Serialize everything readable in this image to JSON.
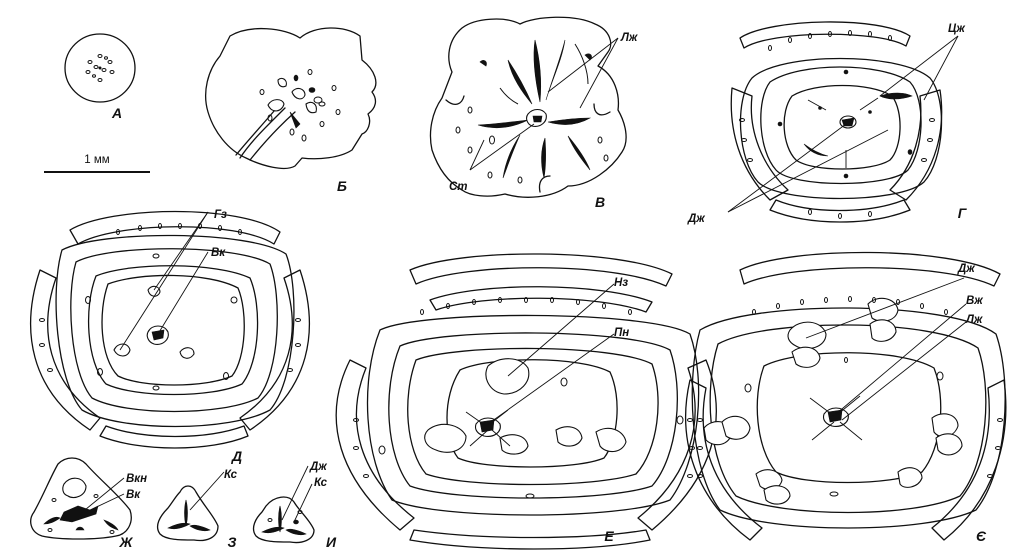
{
  "figure": {
    "panels": [
      {
        "id": "A",
        "label": "А"
      },
      {
        "id": "B",
        "label": "Б"
      },
      {
        "id": "V",
        "label": "В"
      },
      {
        "id": "G",
        "label": "Г"
      },
      {
        "id": "D",
        "label": "Д"
      },
      {
        "id": "E",
        "label": "Е"
      },
      {
        "id": "YE",
        "label": "Є"
      },
      {
        "id": "ZH",
        "label": "Ж"
      },
      {
        "id": "Z",
        "label": "З"
      },
      {
        "id": "I",
        "label": "И"
      }
    ],
    "scale_bar": {
      "text": "1 мм"
    },
    "annotations": {
      "lzh_v": "Лж",
      "st_v": "Ст",
      "tszh_g": "Цж",
      "dzh_g": "Дж",
      "gz_d": "Гз",
      "vk_d": "Вк",
      "nz_e": "Нз",
      "pn_e": "Пн",
      "dzh_ye": "Дж",
      "vzh_ye": "Вж",
      "lzh_ye": "Лж",
      "vkn_zh": "Вкн",
      "vk_zh": "Вк",
      "ks_z": "Кс",
      "dzh_i": "Дж",
      "ks_i": "Кс"
    }
  }
}
